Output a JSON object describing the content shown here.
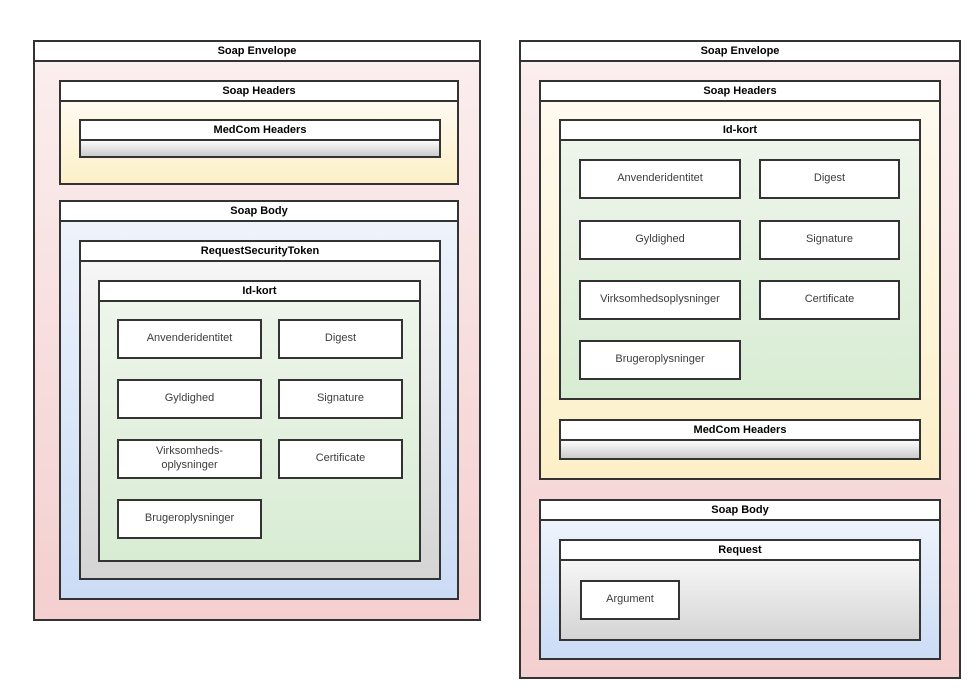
{
  "colors": {
    "border": "#333333",
    "pink_top": "#fbeeee",
    "pink_bottom": "#f4cfcf",
    "yellow_top": "#fefaf0",
    "yellow_bottom": "#fdf0c8",
    "blue_top": "#eef3fb",
    "blue_bottom": "#cbdcf5",
    "green_top": "#eef5eb",
    "green_bottom": "#d8ecd3",
    "gray_top": "#f6f6f6",
    "gray_bottom": "#d4d4d4"
  },
  "left": {
    "envelope": "Soap Envelope",
    "headers": "Soap Headers",
    "medcom": "MedCom Headers",
    "body": "Soap Body",
    "rst": "RequestSecurityToken",
    "idkort": "Id-kort",
    "items": [
      "Anvenderidentitet",
      "Digest",
      "Gyldighed",
      "Signature",
      "Virksomheds-\noplysninger",
      "Certificate",
      "Brugeroplysninger"
    ]
  },
  "right": {
    "envelope": "Soap Envelope",
    "headers": "Soap Headers",
    "idkort": "Id-kort",
    "items": [
      "Anvenderidentitet",
      "Digest",
      "Gyldighed",
      "Signature",
      "Virksomhedsoplysninger",
      "Certificate",
      "Brugeroplysninger"
    ],
    "medcom": "MedCom Headers",
    "body": "Soap Body",
    "request": "Request",
    "argument": "Argument"
  }
}
